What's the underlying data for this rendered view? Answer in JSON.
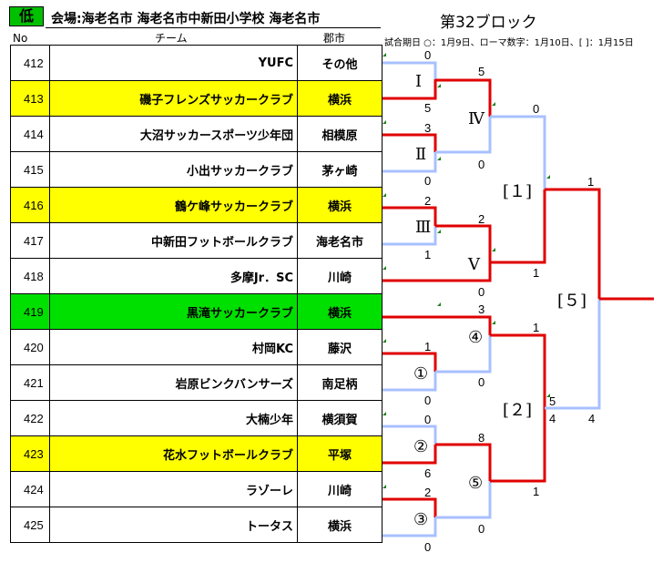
{
  "header": {
    "badge": "低",
    "venue": "会場:海老名市 海老名市中新田小学校  海老名市",
    "block": "第32ブロック",
    "col_no": "No",
    "col_team": "チーム",
    "col_city": "郡市",
    "legend": "試合期日 ○：1月9日、ローマ数字：1月10日、[ ]：1月15日"
  },
  "teams": [
    {
      "no": "412",
      "name": "YUFC",
      "city": "その他",
      "highlight": "none"
    },
    {
      "no": "413",
      "name": "磯子フレンズサッカークラブ",
      "city": "横浜",
      "highlight": "yellow"
    },
    {
      "no": "414",
      "name": "大沼サッカースポーツ少年団",
      "city": "相模原",
      "highlight": "none"
    },
    {
      "no": "415",
      "name": "小出サッカークラブ",
      "city": "茅ヶ崎",
      "highlight": "none"
    },
    {
      "no": "416",
      "name": "鶴ケ峰サッカークラブ",
      "city": "横浜",
      "highlight": "yellow"
    },
    {
      "no": "417",
      "name": "中新田フットボールクラブ",
      "city": "海老名市",
      "highlight": "none"
    },
    {
      "no": "418",
      "name": "多摩Jr．SC",
      "city": "川崎",
      "highlight": "none"
    },
    {
      "no": "419",
      "name": "黒滝サッカークラブ",
      "city": "横浜",
      "highlight": "green"
    },
    {
      "no": "420",
      "name": "村岡KC",
      "city": "藤沢",
      "highlight": "none"
    },
    {
      "no": "421",
      "name": "岩原ビンクバンサーズ",
      "city": "南足柄",
      "highlight": "none"
    },
    {
      "no": "422",
      "name": "大楠少年",
      "city": "横須賀",
      "highlight": "none"
    },
    {
      "no": "423",
      "name": "花水フットボールクラブ",
      "city": "平塚",
      "highlight": "yellow"
    },
    {
      "no": "424",
      "name": "ラゾーレ",
      "city": "川崎",
      "highlight": "none"
    },
    {
      "no": "425",
      "name": "トータス",
      "city": "横浜",
      "highlight": "none"
    }
  ],
  "bracket": {
    "labels": {
      "I": "Ⅰ",
      "II": "Ⅱ",
      "III": "Ⅲ",
      "IV": "Ⅳ",
      "V": "Ⅴ",
      "b1": "[１]",
      "b2": "[２]",
      "b5": "[５]",
      "c1": "①",
      "c2": "②",
      "c3": "③",
      "c4": "④",
      "c5": "⑤"
    },
    "scores": {
      "s412": "0",
      "s413": "5",
      "sI": "5",
      "s414": "3",
      "s415": "0",
      "sII": "0",
      "s416": "2",
      "s417": "1",
      "sIII": "2",
      "s418": "0",
      "sV": "1",
      "sIV": "0",
      "sb1": "1",
      "s419": "3",
      "s420": "1",
      "s421": "0",
      "sc1": "0",
      "sc4": "1",
      "s422": "0",
      "s423": "6",
      "s424": "2",
      "s425": "0",
      "sc2": "8",
      "sc3": "0",
      "sc5": "1",
      "sb2a": "5",
      "sb2b": "4",
      "sb2c": "4"
    }
  }
}
